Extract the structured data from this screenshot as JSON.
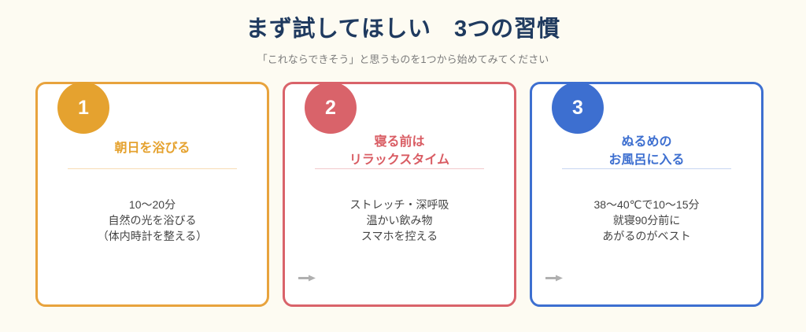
{
  "header": {
    "title": "まず試してほしい　3つの習慣",
    "subtitle": "「これならできそう」と思うものを1つから始めてみてください",
    "title_color": "#1f3a5f",
    "subtitle_color": "#7c7c7c"
  },
  "background_color": "#fdfbf2",
  "connectors": [
    {
      "icon": "arrow-right-icon",
      "color": "#b0b0b0"
    },
    {
      "icon": "arrow-right-icon",
      "color": "#b0b0b0"
    }
  ],
  "cards": [
    {
      "number": "1",
      "title": "朝日を浴びる",
      "body_lines": [
        "10〜20分",
        "自然の光を浴びる",
        "（体内時計を整える）"
      ],
      "accent_color": "#e5a22f",
      "border_color": "#e8a33d",
      "divider_color": "#f7dcb4"
    },
    {
      "number": "2",
      "title": "寝る前は\nリラックスタイム",
      "body_lines": [
        "ストレッチ・深呼吸",
        "温かい飲み物",
        "スマホを控える"
      ],
      "accent_color": "#d95c63",
      "border_color": "#d9636a",
      "divider_color": "#f2c9cb"
    },
    {
      "number": "3",
      "title": "ぬるめの\nお風呂に入る",
      "body_lines": [
        "38〜40℃で10〜15分",
        "就寝90分前に",
        "あがるのがベスト"
      ],
      "accent_color": "#3d6fd0",
      "border_color": "#3d6fd0",
      "divider_color": "#c7d6f1"
    }
  ]
}
